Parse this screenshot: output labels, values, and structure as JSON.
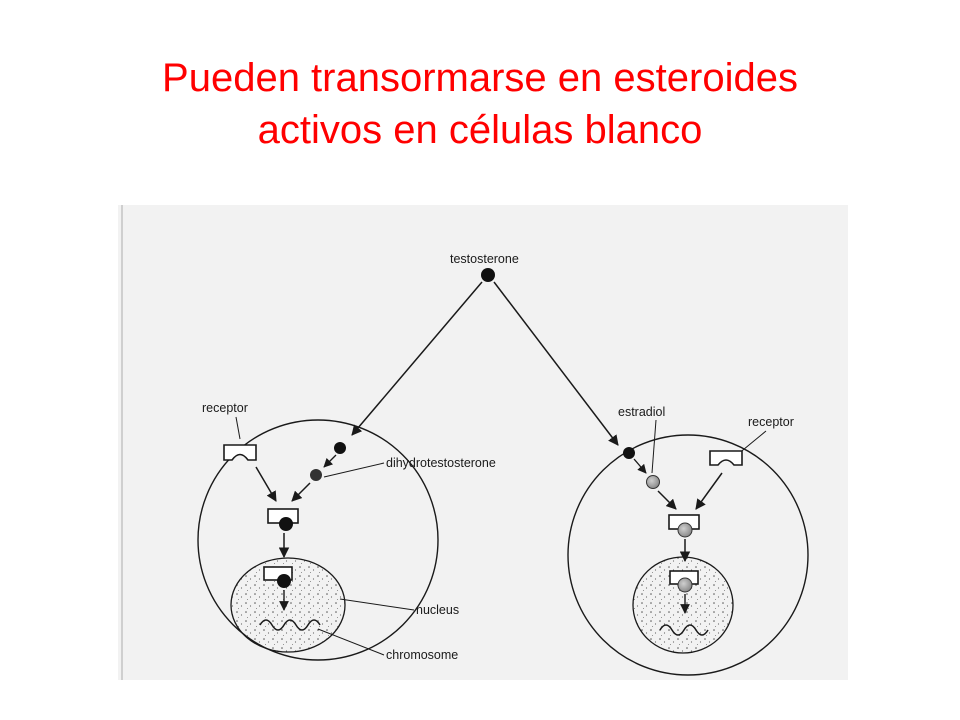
{
  "slide": {
    "title_line1": "Pueden transormarse en esteroides",
    "title_line2": "activos en células blanco",
    "title_color": "#ff0000"
  },
  "figure": {
    "labels": {
      "testosterone": "testosterone",
      "receptor_left": "receptor",
      "dihydrotestosterone": "dihydrotestosterone",
      "estradiol": "estradiol",
      "receptor_right": "receptor",
      "nucleus": "nucleus",
      "chromosome": "chromosome"
    },
    "colors": {
      "paper": "#f2f2f2",
      "ink": "#1a1a1a",
      "estradiol_fill": "#9a9a9a"
    }
  }
}
